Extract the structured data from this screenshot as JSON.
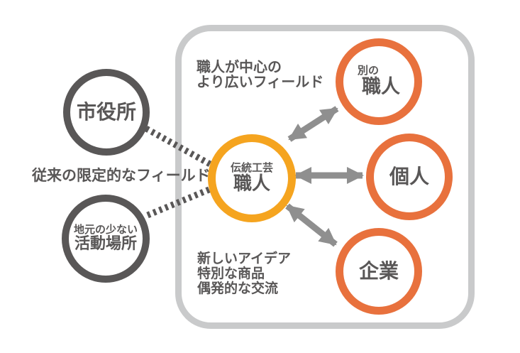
{
  "colors": {
    "dark_gray": "#595757",
    "light_gray_frame": "#C9CACB",
    "orange": "#E8713D",
    "amber": "#F5A41F",
    "arrow_gray": "#8F8F8F",
    "background": "#FFFFFF"
  },
  "outside_field": {
    "city_hall_circle": {
      "label": "市役所"
    },
    "local_circle": {
      "line1": "地元の少ない",
      "line2": "活動場所"
    },
    "limited_field_label": "従来の限定的なフィールド"
  },
  "wider_field": {
    "field_label_line1": "職人が中心の",
    "field_label_line2": "より広いフィールド",
    "artisan_circle": {
      "line1": "伝統工芸",
      "line2": "職人"
    },
    "other_artisan_circle": {
      "line1": "別の",
      "line2": "職人"
    },
    "individual_circle": {
      "label": "個人"
    },
    "company_circle": {
      "label": "企業"
    },
    "outcomes_label_line1": "新しいアイデア",
    "outcomes_label_line2": "特別な商品",
    "outcomes_label_line3": "偶発的な交流"
  }
}
